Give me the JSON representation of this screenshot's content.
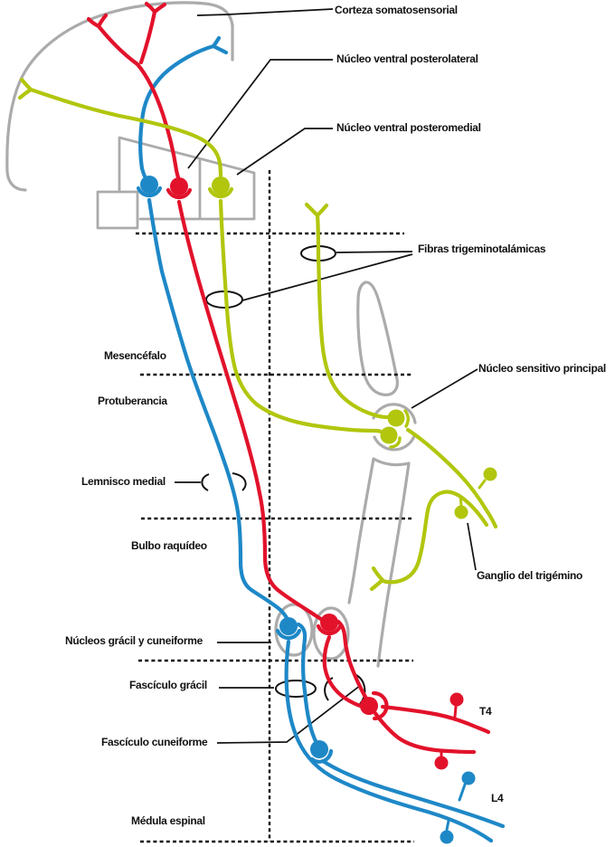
{
  "colors": {
    "red": "#e2122b",
    "blue": "#1e88c7",
    "green": "#b1c60d",
    "gray": "#ababab",
    "ink": "#111111",
    "background": "#ffffff"
  },
  "labels": {
    "cortex": "Corteza somatosensorial",
    "vpl": "Núcleo ventral posterolateral",
    "vpm": "Núcleo ventral posteromedial",
    "trigeminothalamic_fibers": "Fibras trigeminotalámicas",
    "midbrain": "Mesencéfalo",
    "principal_sensory_nucleus": "Núcleo sensitivo principal",
    "pons": "Protuberancia",
    "medial_lemniscus": "Lemnisco medial",
    "medulla": "Bulbo raquídeo",
    "trigeminal_ganglion": "Ganglio del trigémino",
    "gracile_cuneate_nuclei": "Núcleos grácil y cuneiforme",
    "gracile_fasciculus": "Fascículo grácil",
    "cuneate_fasciculus": "Fascículo cuneiforme",
    "spinal_cord": "Médula espinal",
    "t4": "T4",
    "l4": "L4"
  }
}
